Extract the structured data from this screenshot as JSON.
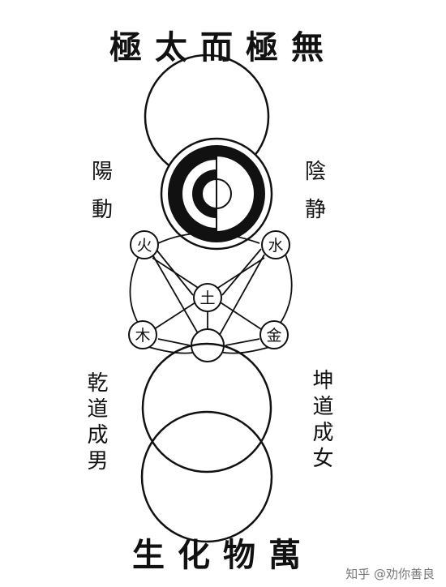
{
  "title_top": "極太而極無",
  "title_bottom": "生化物萬",
  "labels": {
    "yang": "陽",
    "move": "動",
    "yin": "陰",
    "still": "静",
    "qian": "乾道成男",
    "kun": "坤道成女"
  },
  "elements": {
    "fire": "火",
    "water": "水",
    "earth": "土",
    "wood": "木",
    "metal": "金"
  },
  "watermark": "知乎 @劝你善良"
}
